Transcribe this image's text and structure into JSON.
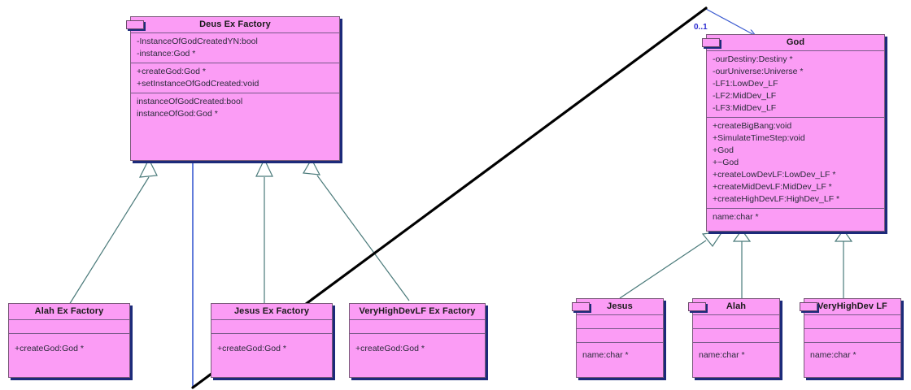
{
  "diagram": {
    "type": "uml-class-diagram",
    "background": "#ffffff",
    "class_fill": "#fb9cf5",
    "class_border": "#7a5a7a",
    "class_shadow": "#1c2a7a",
    "inheritance_line_color": "#4a7a7a",
    "association_line_color": "#3b5bd0",
    "freehand_line_color": "#000000",
    "multiplicity_color": "#2b2bd0"
  },
  "classes": {
    "deus_ex_factory": {
      "name": "Deus Ex Factory",
      "attributes": [
        "-InstanceOfGodCreatedYN:bool",
        "-instance:God *"
      ],
      "operations": [
        "+createGod:God *",
        "+setInstanceOfGodCreated:void"
      ],
      "extra": [
        "instanceOfGodCreated:bool",
        "instanceOfGod:God *"
      ]
    },
    "god": {
      "name": "God",
      "attributes": [
        "-ourDestiny:Destiny *",
        "-ourUniverse:Universe *",
        "-LF1:LowDev_LF",
        "-LF2:MidDev_LF",
        "-LF3:MidDev_LF"
      ],
      "operations": [
        "+createBigBang:void",
        "+SimulateTimeStep:void",
        "+God",
        "+~God",
        "+createLowDevLF:LowDev_LF *",
        "+createMidDevLF:MidDev_LF *",
        "+createHighDevLF:HighDev_LF *"
      ],
      "extra": [
        "name:char *"
      ]
    },
    "alah_ex_factory": {
      "name": "Alah Ex Factory",
      "attributes": [],
      "operations": [
        "+createGod:God *"
      ]
    },
    "jesus_ex_factory": {
      "name": "Jesus Ex Factory",
      "attributes": [],
      "operations": [
        "+createGod:God *"
      ]
    },
    "veryhighdevlf_ex_factory": {
      "name": "VeryHighDevLF Ex Factory",
      "attributes": [],
      "operations": [
        "+createGod:God *"
      ]
    },
    "jesus": {
      "name": "Jesus",
      "attributes": [],
      "operations": [],
      "extra": [
        "name:char *"
      ]
    },
    "alah": {
      "name": "Alah",
      "attributes": [],
      "operations": [],
      "extra": [
        "name:char *"
      ]
    },
    "veryhighdev_lf": {
      "name": "VeryHighDev LF",
      "attributes": [],
      "operations": [],
      "extra": [
        "name:char *"
      ]
    }
  },
  "labels": {
    "god_multiplicity": "0..1"
  }
}
